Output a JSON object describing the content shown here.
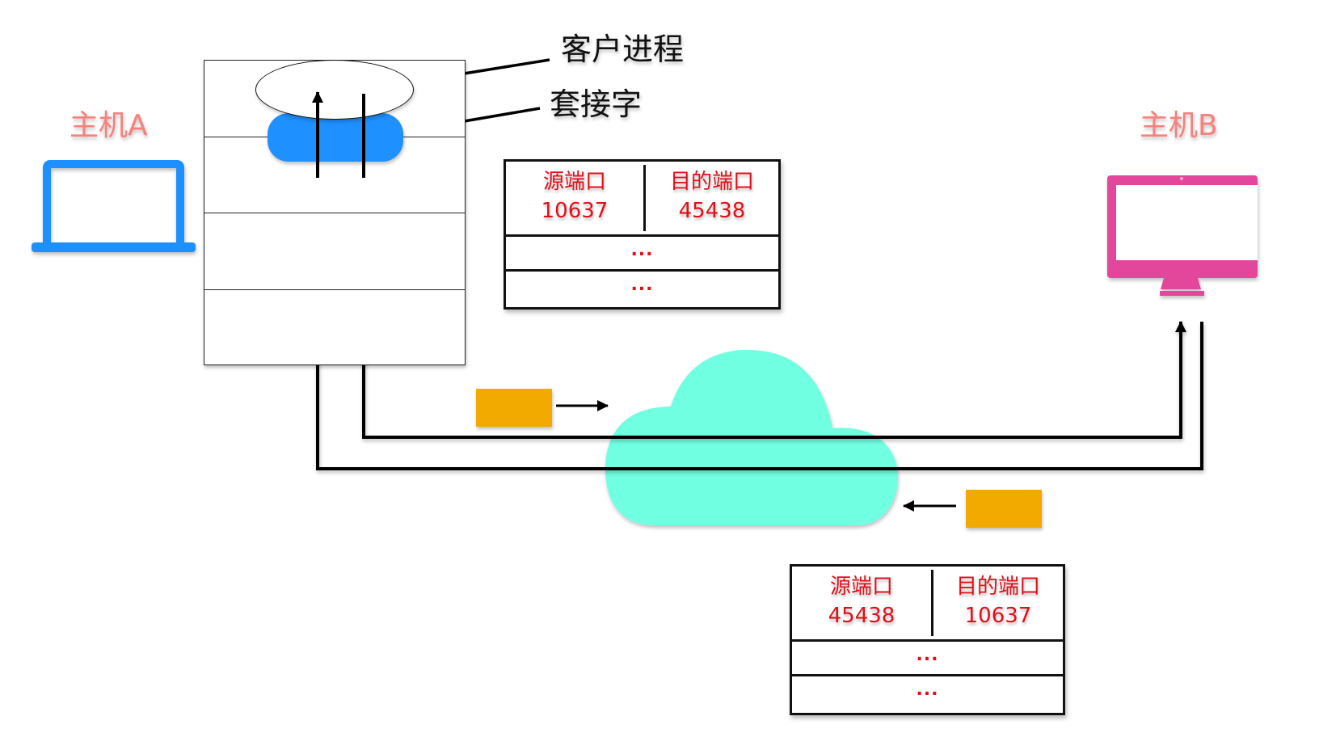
{
  "title": "TCP socket port mapping between Host A and Host B",
  "hosts": {
    "a": {
      "label": "主机A",
      "icon": "laptop-icon",
      "color": "#1e90ff",
      "label_color": "#f7817b"
    },
    "b": {
      "label": "主机B",
      "icon": "desktop-monitor-icon",
      "color": "#e2479b",
      "label_color": "#f7817b"
    }
  },
  "stack": {
    "layers": 4,
    "process_label": "客户进程",
    "socket_label": "套接字",
    "socket_color": "#1e90ff"
  },
  "network": {
    "icon": "cloud-icon",
    "color": "#71ffe2"
  },
  "packets": {
    "outgoing": {
      "color": "#f2aa00",
      "direction": "right"
    },
    "incoming": {
      "color": "#f2aa00",
      "direction": "left"
    }
  },
  "segment_tables": [
    {
      "id": "outgoing",
      "columns": [
        {
          "title": "源端口",
          "value": "10637"
        },
        {
          "title": "目的端口",
          "value": "45438"
        }
      ],
      "rows": [
        "...",
        "..."
      ],
      "text_color": "#e0101a"
    },
    {
      "id": "incoming",
      "columns": [
        {
          "title": "源端口",
          "value": "45438"
        },
        {
          "title": "目的端口",
          "value": "10637"
        }
      ],
      "rows": [
        "...",
        "..."
      ],
      "text_color": "#e0101a"
    }
  ]
}
